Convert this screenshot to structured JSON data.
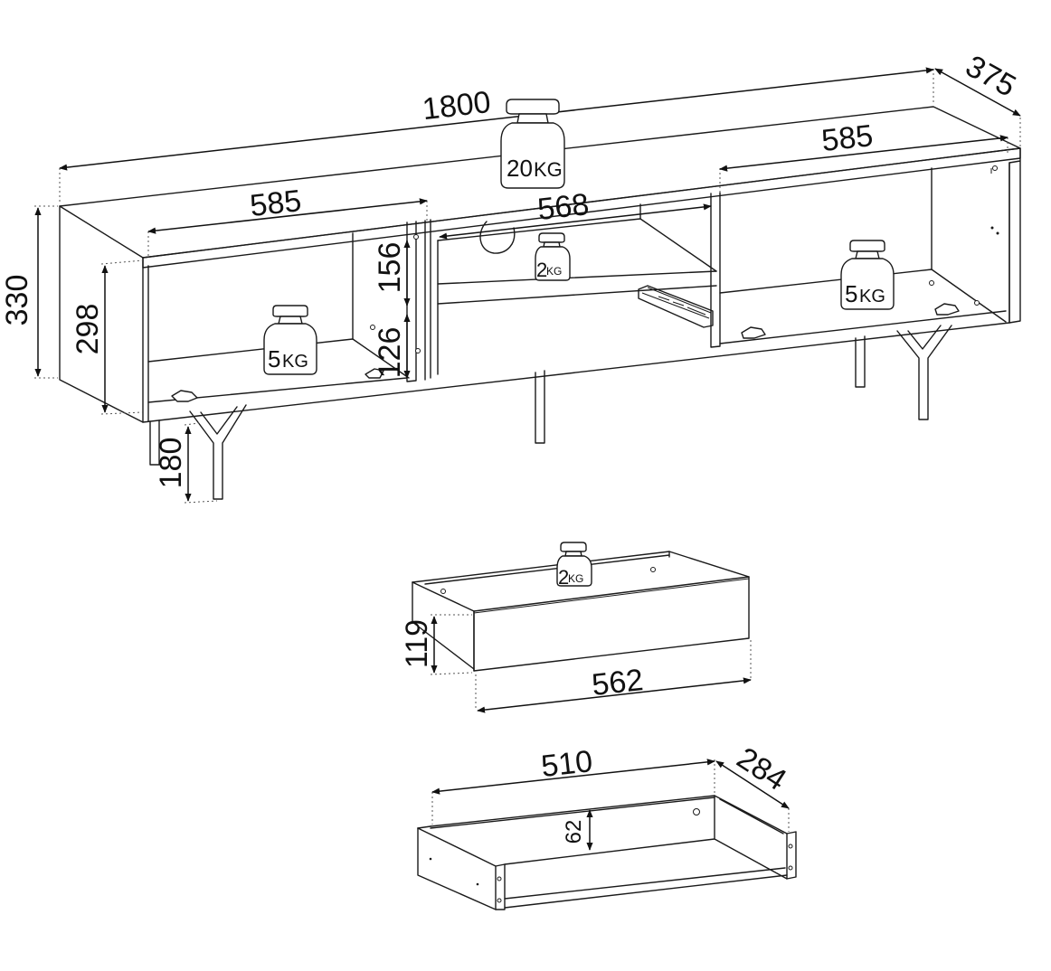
{
  "palette": {
    "line": "#1a1a1a",
    "background": "#ffffff"
  },
  "icons": [
    "weight-icon",
    "leg-icon",
    "drawer-slide-icon",
    "hinge-icon"
  ],
  "dimensions": {
    "total_width": "1800",
    "depth": "375",
    "left_compartment_width": "585",
    "right_compartment_width": "585",
    "center_compartment_width": "568",
    "total_height": "330",
    "inner_height": "298",
    "upper_shelf_height": "156",
    "lower_drawer_height": "126",
    "leg_height": "180",
    "drawer_front_height": "119",
    "drawer_front_width": "562",
    "drawer_box_width": "510",
    "drawer_box_depth": "284",
    "drawer_box_height": "62"
  },
  "loads": {
    "top": {
      "amount": "20",
      "unit": "KG"
    },
    "left_shelf": {
      "amount": "5",
      "unit": "KG"
    },
    "right_shelf": {
      "amount": "5",
      "unit": "KG"
    },
    "center_shelf": {
      "amount": "2",
      "unit": "KG"
    },
    "drawer": {
      "amount": "2",
      "unit": "KG"
    }
  }
}
